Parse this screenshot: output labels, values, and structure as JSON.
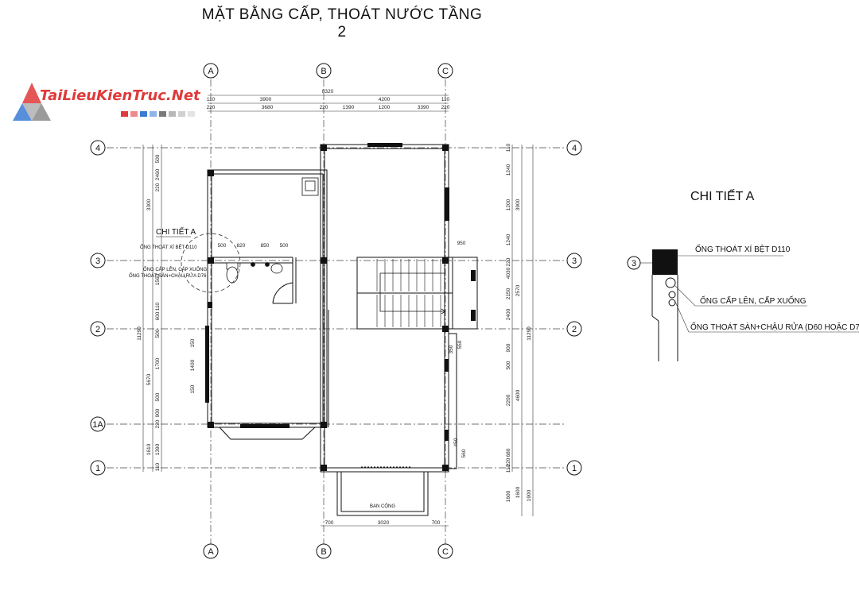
{
  "title": "MẶT BẰNG CẤP, THOÁT NƯỚC TẦNG 2",
  "watermark": {
    "text": "TaiLieuKienTruc.Net",
    "colors": [
      "#e03a3a",
      "#3a7bd5",
      "#7a7a7a"
    ]
  },
  "axes": {
    "columns": [
      "A",
      "B",
      "C"
    ],
    "rows": [
      "4",
      "3",
      "2",
      "1A",
      "1"
    ]
  },
  "dims": {
    "top_total": "8320",
    "top_mid": [
      "110",
      "3900",
      "4200",
      "110"
    ],
    "top_low": [
      "220",
      "3680",
      "220",
      "1390",
      "1200",
      "3390",
      "220"
    ],
    "left_total": "11290",
    "left_mid": [
      "3300",
      "5670",
      "1610"
    ],
    "left_low": [
      "500",
      "2460",
      "220",
      "1560",
      "110",
      "600",
      "500",
      "1700",
      "500",
      "900",
      "220",
      "1390",
      "110"
    ],
    "right_total": "11290",
    "right_mid": [
      "3900",
      "2570",
      "4600",
      "1600"
    ],
    "right_low": [
      "110",
      "1240",
      "1200",
      "1240",
      "220",
      "4030",
      "2150",
      "2400",
      "900",
      "500",
      "2200",
      "680",
      "220",
      "110"
    ],
    "fixture_dims": [
      "500",
      "820",
      "850",
      "500"
    ],
    "stair": "950",
    "window_vert": [
      "150",
      "1400",
      "150"
    ],
    "small_right": [
      "350",
      "550",
      "450",
      "560"
    ],
    "bottom": [
      "700",
      "3020",
      "700"
    ],
    "bottom_right": "1600",
    "right_extra": "1900"
  },
  "labels": {
    "chi_tiet": "CHI TIẾT A",
    "pipe_wc": "ỐNG THOÁT XÍ BỆT D110",
    "pipe_supply": "ỐNG CẤP LÊN, CẤP XUỐNG",
    "pipe_drain": "ỐNG THOÁT SÀN+CHẬU RỬA D76",
    "balcony": "BAN CÔNG"
  },
  "detail": {
    "title": "CHI TIẾT A",
    "axis": "3",
    "pipe_wc": "ỐNG THOÁT XÍ BỆT D110",
    "pipe_supply": "ỐNG CẤP LÊN, CẤP XUỐNG",
    "pipe_drain": "ỐNG THOÁT SÀN+CHẬU RỬA (D60 HOẶC D76)"
  }
}
